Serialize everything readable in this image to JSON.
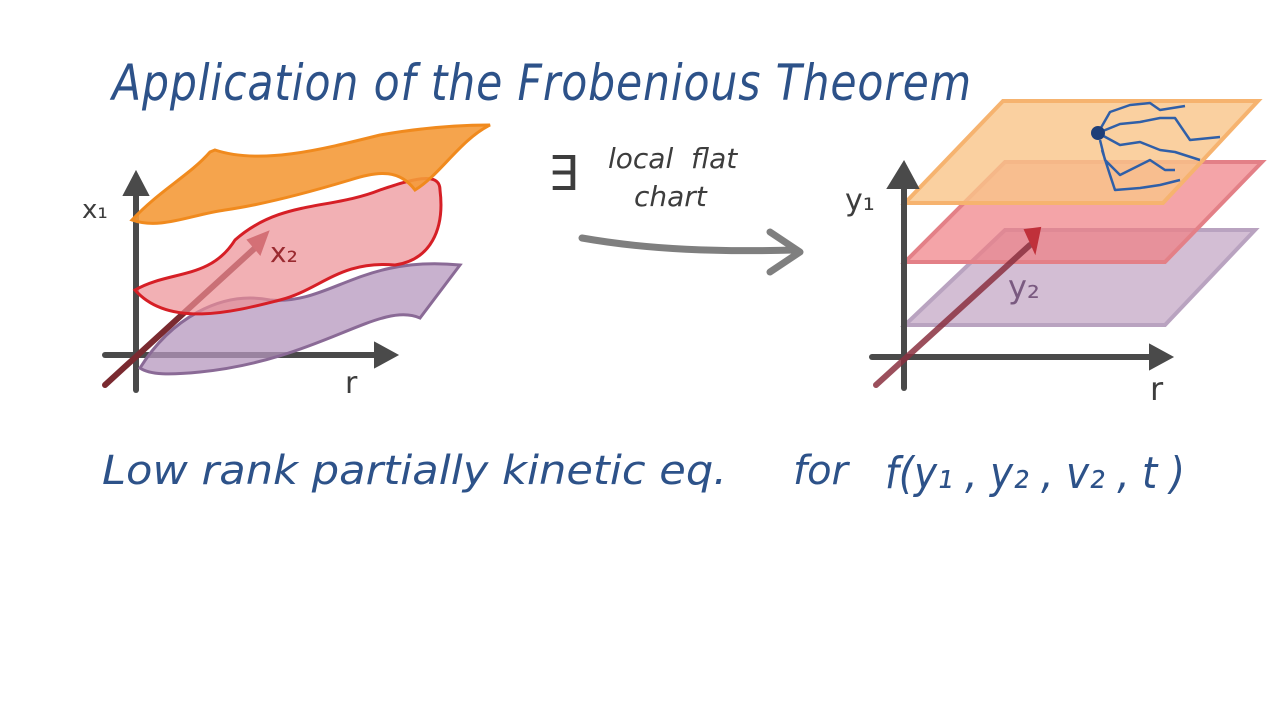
{
  "title": "Application of the Frobenious Theorem",
  "left_diagram": {
    "axis_vertical_label": "x₁",
    "axis_depth_label": "x₂",
    "axis_horizontal_label": "r"
  },
  "middle": {
    "exists_symbol": "∃",
    "line1": "local  flat",
    "line2": "chart"
  },
  "right_diagram": {
    "axis_vertical_label": "y₁",
    "axis_depth_label": "y₂",
    "axis_horizontal_label": "r"
  },
  "bottom_text": "Low rank partially kinetic eq.",
  "bottom_for": "for",
  "bottom_equation": "f(y₁ , y₂ , v₂ , t )",
  "colors": {
    "ink_blue": "#2d5289",
    "axis_gray": "#4a4a4a",
    "orange": "#f08a1e",
    "red": "#d61f26",
    "purple": "#8a6a96"
  }
}
